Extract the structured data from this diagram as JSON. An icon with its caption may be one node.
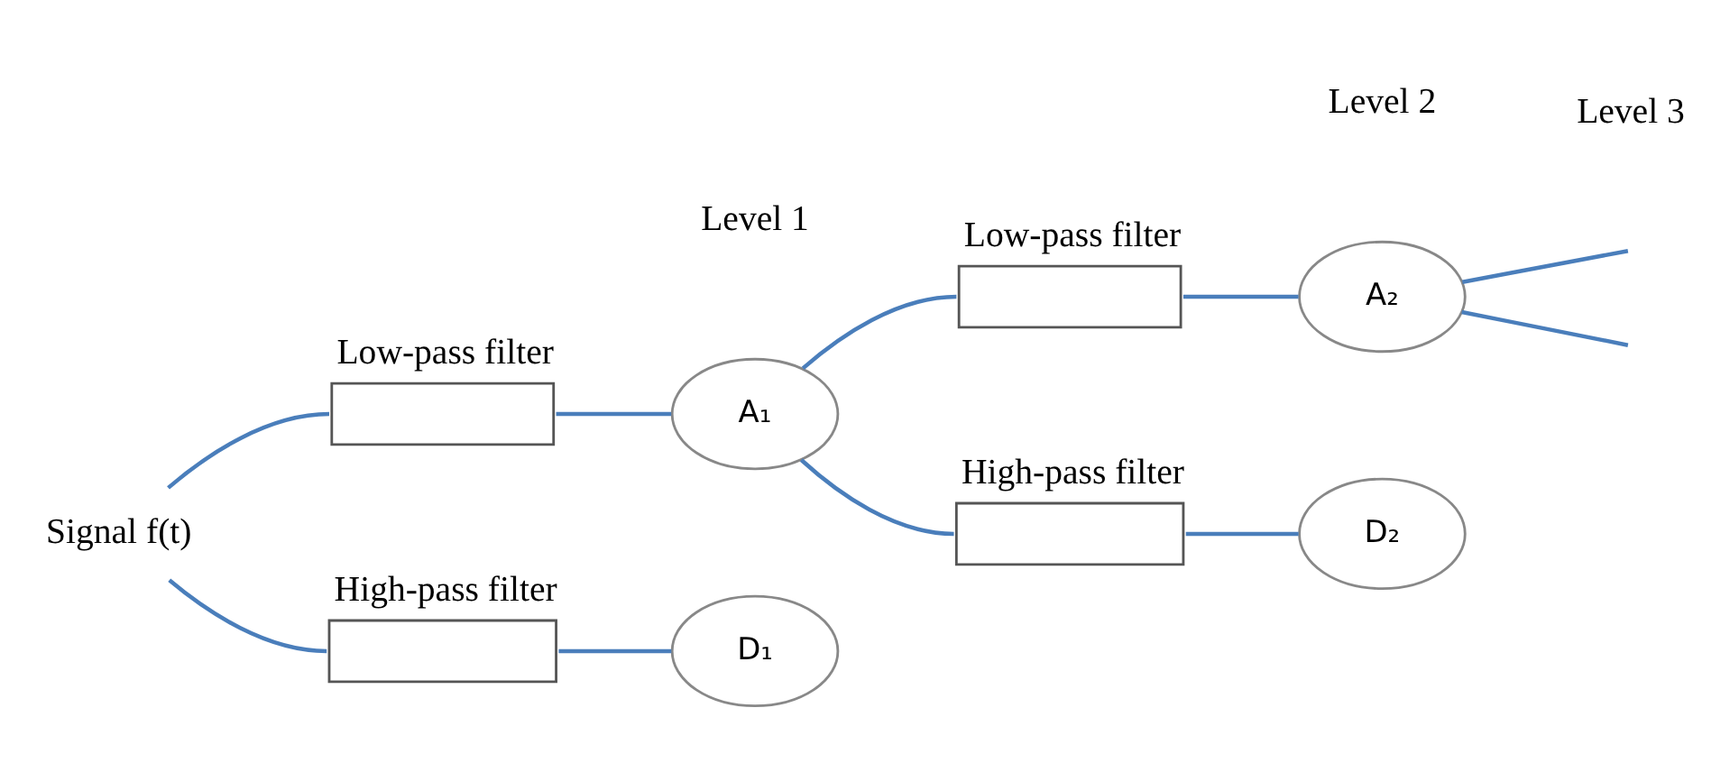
{
  "diagram": {
    "nodes": [
      {
        "text": [
          "Signal f(t)"
        ]
      },
      {
        "text": [
          "Low-pass filter"
        ]
      },
      {
        "text": [
          "A₁"
        ]
      },
      {
        "text": [
          "High-pass filter"
        ]
      },
      {
        "text": [
          "D₁"
        ]
      },
      {
        "text": [
          "Low-pass filter"
        ]
      },
      {
        "text": [
          "A₂"
        ]
      },
      {
        "text": [
          "High-pass filter"
        ]
      },
      {
        "text": [
          "D₂"
        ]
      }
    ],
    "edges": [
      {
        "from": 0,
        "to": 1,
        "arrow": "none"
      },
      {
        "from": 0,
        "to": 3,
        "arrow": "none"
      },
      {
        "from": 1,
        "to": 2,
        "arrow": "none"
      },
      {
        "from": 3,
        "to": 4,
        "arrow": "none"
      },
      {
        "from": 2,
        "to": 5,
        "arrow": "none"
      },
      {
        "from": 2,
        "to": 7,
        "arrow": "none"
      },
      {
        "from": 5,
        "to": 6,
        "arrow": "none"
      },
      {
        "from": 7,
        "to": 8,
        "arrow": "none"
      },
      {
        "from": 6,
        "to": null,
        "arrow": "none"
      },
      {
        "from": 6,
        "to": null,
        "arrow": "none"
      }
    ],
    "labels": [
      "Level 1",
      "Level 2",
      "Level 3"
    ]
  }
}
